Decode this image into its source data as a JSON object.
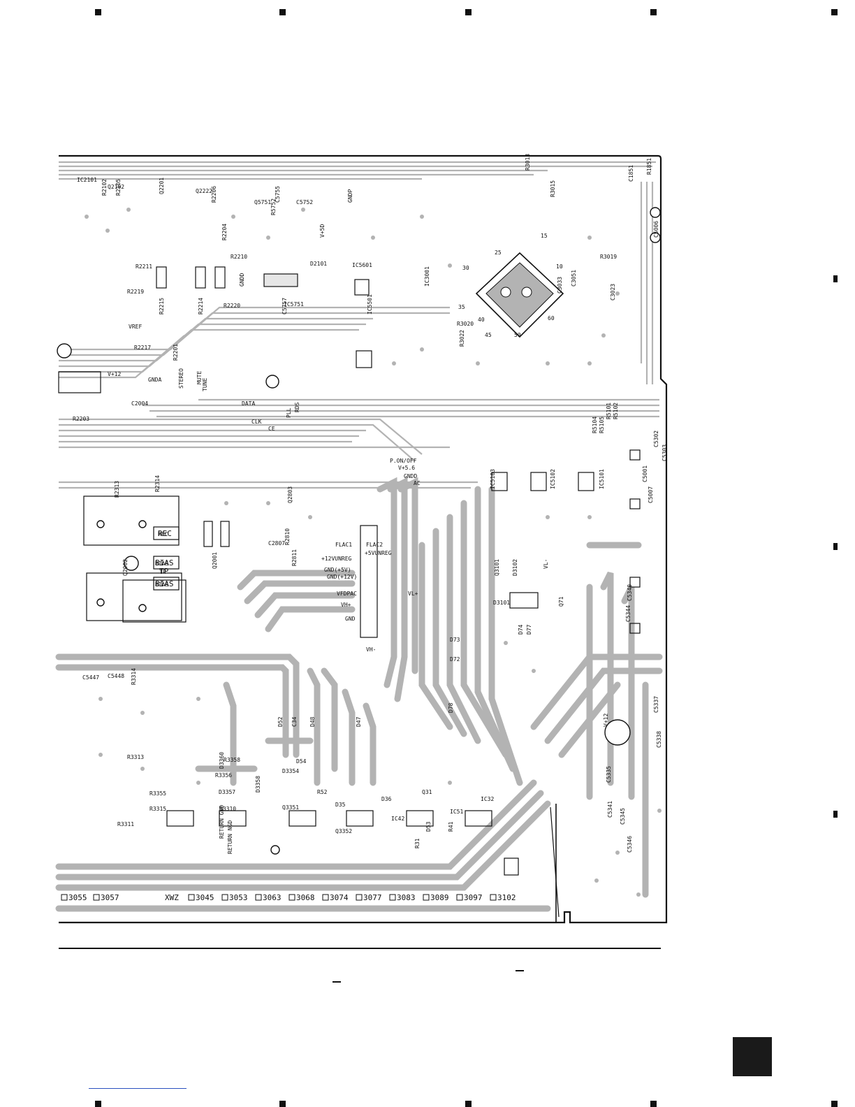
{
  "board": {
    "colors": {
      "copper": "#b3b3b3",
      "outline": "#111111",
      "bg": "#ffffff"
    },
    "labels": [
      "IC2101",
      "Q2102",
      "R2105",
      "R2102",
      "Q2201",
      "Q2222",
      "R2206",
      "Q5751",
      "R5752",
      "C5755",
      "C5752",
      "R2204",
      "R2210",
      "R2211",
      "R2215",
      "R2214",
      "R2217",
      "R2219",
      "R2220",
      "IC5751",
      "C5757",
      "VREF",
      "GNDA",
      "V+12",
      "V+5D",
      "GNDD",
      "GNDP",
      "D2101",
      "IC5601",
      "IC5501",
      "IC3001",
      "R3013",
      "R3015",
      "R3019",
      "R3020",
      "R3022",
      "C3023",
      "C3033",
      "C3051",
      "C1851",
      "R1851",
      "C5006",
      "C2004",
      "R2203",
      "R2201",
      "STEREO",
      "MUTE",
      "TUNE",
      "DATA",
      "CLK",
      "CE",
      "RDS",
      "PLL",
      "C5302",
      "C5303",
      "R5101",
      "R5102",
      "R5104",
      "R5105",
      "C5001",
      "C5007",
      "IC5101",
      "IC5102",
      "IC5103",
      "P.ON/OFF",
      "V+5.6",
      "GNDD",
      "AC",
      "R2313",
      "R2314",
      "REC",
      "BIAS",
      "TP",
      "BIAS",
      "Q2001",
      "Q2002",
      "C2807",
      "Q2803",
      "R2810",
      "R2811",
      "FLAC1",
      "FLAC2",
      "+5VUNREG",
      "+12VUNREG",
      "GND(+5V)",
      "GND(+12V)",
      "VL+",
      "VFDPAC",
      "VH+",
      "GND",
      "VH-",
      "VL-",
      "Q3101",
      "D3102",
      "D3101",
      "Q71",
      "D77",
      "D74",
      "D73",
      "D72",
      "D78",
      "V+12",
      "C5337",
      "C5338",
      "C5335",
      "C5341",
      "C5345",
      "C5346",
      "C5344",
      "C5340",
      "C5447",
      "C5448",
      "R3314",
      "R3313",
      "R3311",
      "R3315",
      "R3310",
      "Q3351",
      "Q3352",
      "IC42",
      "IC51",
      "IC32",
      "Q31",
      "D36",
      "D35",
      "D53",
      "R41",
      "R31",
      "R52",
      "C34",
      "D48",
      "D47",
      "D52",
      "D54",
      "D3354",
      "D3360",
      "R3356",
      "R3358",
      "R3355",
      "D3357",
      "D3358",
      "RETURN GND",
      "RETURN NGD"
    ],
    "connector_row_left": [
      "3055",
      "3057"
    ],
    "connector_row_prefix": "XWZ",
    "connector_row": [
      "3045",
      "3053",
      "3063",
      "3068",
      "3074",
      "3077",
      "3083",
      "3089",
      "3097",
      "3102"
    ],
    "pin_numbers": [
      "30",
      "25",
      "35",
      "40",
      "45",
      "50",
      "60",
      "15",
      "10"
    ],
    "box_labels": [
      "REC",
      "BIAS",
      "TP",
      "BIAS"
    ]
  }
}
